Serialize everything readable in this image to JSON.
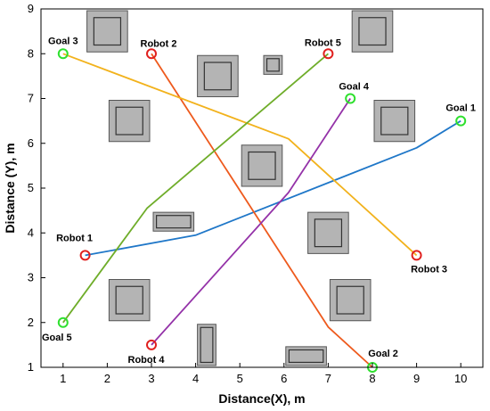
{
  "chart_data": {
    "type": "line",
    "title": "",
    "xlabel": "Distance(X), m",
    "ylabel": "Distance (Y), m",
    "xlim": [
      0.5,
      10.5
    ],
    "ylim": [
      1,
      9
    ],
    "xticks": [
      1,
      2,
      3,
      4,
      5,
      6,
      7,
      8,
      9,
      10
    ],
    "yticks": [
      1,
      2,
      3,
      4,
      5,
      6,
      7,
      8,
      9
    ],
    "grid": false,
    "obstacle_color": "#b4b4b4",
    "paths": [
      {
        "start_label": "Robot 1",
        "goal_label": "Goal 1",
        "color": "#1f77c8",
        "points": [
          [
            1.5,
            3.5
          ],
          [
            4.0,
            3.95
          ],
          [
            9.0,
            5.9
          ],
          [
            10.0,
            6.5
          ]
        ]
      },
      {
        "start_label": "Robot 2",
        "goal_label": "Goal 2",
        "color": "#ee5a1d",
        "points": [
          [
            3.0,
            8.0
          ],
          [
            7.0,
            1.9
          ],
          [
            8.0,
            1.0
          ]
        ]
      },
      {
        "start_label": "Robot 3",
        "goal_label": "Goal 3",
        "color": "#f2b21c",
        "points": [
          [
            9.0,
            3.5
          ],
          [
            6.1,
            6.1
          ],
          [
            1.0,
            8.0
          ]
        ]
      },
      {
        "start_label": "Robot 4",
        "goal_label": "Goal 4",
        "color": "#9432a8",
        "points": [
          [
            3.0,
            1.5
          ],
          [
            6.1,
            4.9
          ],
          [
            7.5,
            7.0
          ]
        ]
      },
      {
        "start_label": "Robot 5",
        "goal_label": "Goal 5",
        "color": "#6fad2a",
        "points": [
          [
            7.0,
            8.0
          ],
          [
            2.9,
            4.55
          ],
          [
            1.0,
            2.0
          ]
        ]
      }
    ],
    "starts": [
      {
        "label": "Robot 1",
        "x": 1.5,
        "y": 3.5,
        "color": "#e0201e"
      },
      {
        "label": "Robot 2",
        "x": 3.0,
        "y": 8.0,
        "color": "#e0201e"
      },
      {
        "label": "Robot 3",
        "x": 9.0,
        "y": 3.5,
        "color": "#e0201e"
      },
      {
        "label": "Robot 4",
        "x": 3.0,
        "y": 1.5,
        "color": "#e0201e"
      },
      {
        "label": "Robot 5",
        "x": 7.0,
        "y": 8.0,
        "color": "#e0201e"
      }
    ],
    "goals": [
      {
        "label": "Goal 1",
        "x": 10.0,
        "y": 6.5,
        "color": "#2ee02e"
      },
      {
        "label": "Goal 2",
        "x": 8.0,
        "y": 1.0,
        "color": "#2ee02e"
      },
      {
        "label": "Goal 3",
        "x": 1.0,
        "y": 8.0,
        "color": "#2ee02e"
      },
      {
        "label": "Goal 4",
        "x": 7.5,
        "y": 7.0,
        "color": "#2ee02e"
      },
      {
        "label": "Goal 5",
        "x": 1.0,
        "y": 2.0,
        "color": "#2ee02e"
      }
    ],
    "obstacles": [
      {
        "x": [
          1.5,
          2.5
        ],
        "y": [
          8.0,
          9.0
        ]
      },
      {
        "x": [
          7.5,
          8.5
        ],
        "y": [
          8.0,
          9.0
        ]
      },
      {
        "x": [
          4.0,
          5.0
        ],
        "y": [
          7.0,
          8.0
        ]
      },
      {
        "x": [
          5.5,
          6.0
        ],
        "y": [
          7.5,
          8.0
        ]
      },
      {
        "x": [
          2.0,
          3.0
        ],
        "y": [
          6.0,
          7.0
        ]
      },
      {
        "x": [
          8.0,
          9.0
        ],
        "y": [
          6.0,
          7.0
        ]
      },
      {
        "x": [
          5.0,
          6.0
        ],
        "y": [
          5.0,
          6.0
        ]
      },
      {
        "x": [
          3.0,
          4.0
        ],
        "y": [
          4.0,
          4.5
        ]
      },
      {
        "x": [
          6.5,
          7.5
        ],
        "y": [
          3.5,
          4.5
        ]
      },
      {
        "x": [
          2.0,
          3.0
        ],
        "y": [
          2.0,
          3.0
        ]
      },
      {
        "x": [
          7.0,
          8.0
        ],
        "y": [
          2.0,
          3.0
        ]
      },
      {
        "x": [
          4.0,
          4.5
        ],
        "y": [
          1.0,
          2.0
        ]
      },
      {
        "x": [
          6.0,
          7.0
        ],
        "y": [
          1.0,
          1.5
        ]
      }
    ]
  }
}
